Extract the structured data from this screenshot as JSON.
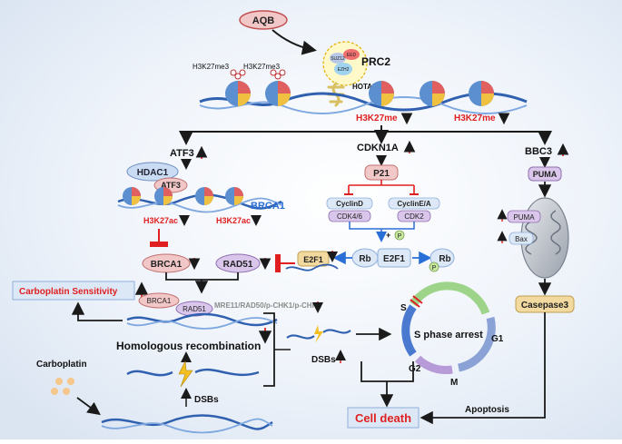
{
  "colors": {
    "red": "#e02020",
    "black": "#1a1a1a",
    "blue_arrow": "#2a6fd6",
    "pill_pink": "#f2c7c7",
    "pill_purple": "#d9c6ea",
    "pill_blue": "#c9dcf3",
    "pill_gold": "#f2d9a0",
    "background_blue": "#e3ecf7"
  },
  "top": {
    "aqb": "AQB",
    "prc2": "PRC2",
    "suz12": "SUZ12",
    "eed": "EED",
    "ezh2": "EZH2",
    "hotair": "HOTAIR",
    "h3k27me3_a": "H3K27me3",
    "h3k27me3_b": "H3K27me3",
    "h3k27me_a": "H3K27me",
    "h3k27me_b": "H3K27me"
  },
  "left_branch": {
    "atf3_top": "ATF3",
    "hdac1": "HDAC1",
    "atf3_pill": "ATF3",
    "brca1_dna": "BRCA1",
    "h3k27ac_a": "H3K27ac",
    "h3k27ac_b": "H3K27ac",
    "brca1_pill": "BRCA1",
    "rad51_pill": "RAD51",
    "carboplatin_sensitivity": "Carboplatin Sensitivity",
    "brca1_small": "BRCA1",
    "rad51_small": "RAD51",
    "mre11_complex": "MRE11/RAD50/p-CHK1/p-CHK2",
    "homologous_recombination": "Homologous recombination",
    "dsbs": "DSBs",
    "carboplatin": "Carboplatin"
  },
  "middle_branch": {
    "cdkn1a": "CDKN1A",
    "p21": "P21",
    "cyclind": "CyclinD",
    "cdk46": "CDK4/6",
    "cyclinea": "CyclinE/A",
    "cdk2": "CDK2",
    "plus_p": "+",
    "p": "P",
    "rb_left": "Rb",
    "e2f1_center": "E2F1",
    "rb_right": "Rb",
    "p_right": "P",
    "e2f1_left": "E2F1",
    "s_label": "S",
    "s_phase_arrest": "S phase arrest",
    "g1": "G1",
    "g2": "G2",
    "m": "M",
    "dsbs": "DSBs",
    "cell_death": "Cell death"
  },
  "right_branch": {
    "bbc3": "BBC3",
    "puma_top": "PUMA",
    "puma_mito": "PUMA",
    "bax": "Bax",
    "casepase3": "Casepase3",
    "apoptosis": "Apoptosis"
  }
}
